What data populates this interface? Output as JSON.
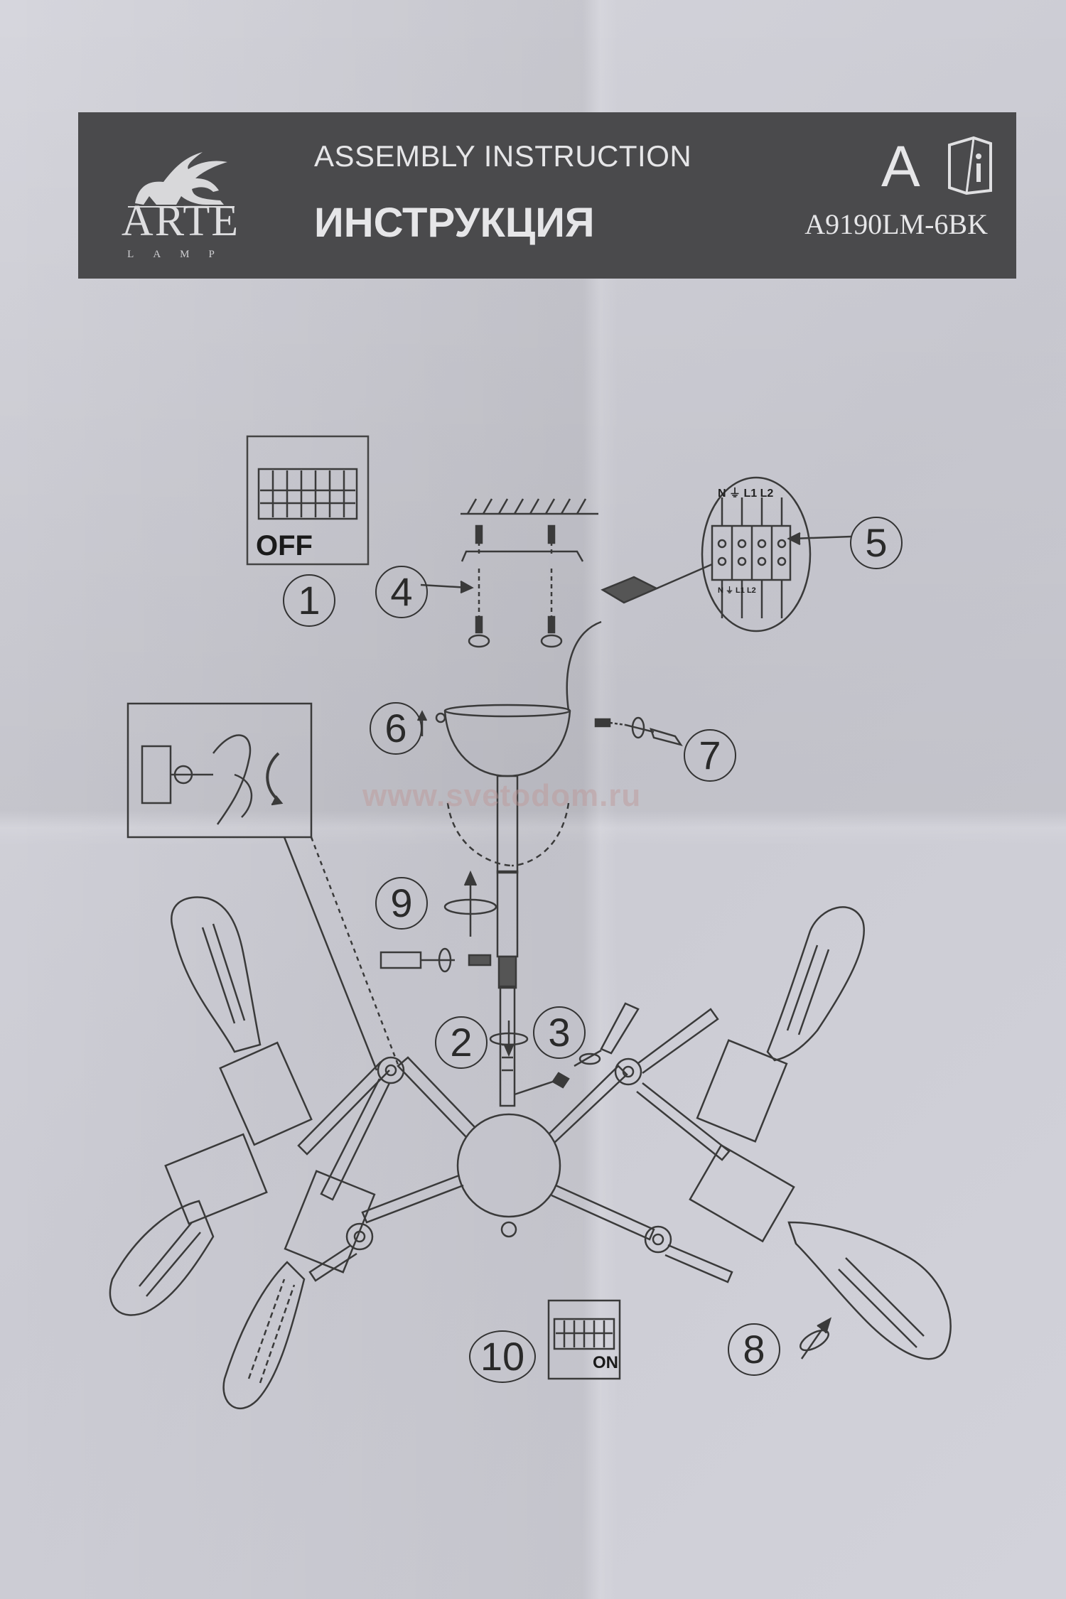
{
  "header": {
    "brand": "ARTE",
    "brand_sub": "LAMP",
    "title_en": "ASSEMBLY INSTRUCTION",
    "title_ru": "ИНСТРУКЦИЯ",
    "lang_code": "A",
    "model": "A9190LM-6BK"
  },
  "icons": [
    "griffin-logo-icon",
    "info-manual-icon",
    "ceiling-icon",
    "screwdriver-icon",
    "rotate-arrow-icon",
    "arrow-icon",
    "bulb-icon",
    "breaker-switch-icon"
  ],
  "steps": {
    "s1": "1",
    "s2": "2",
    "s3": "3",
    "s4": "4",
    "s5": "5",
    "s6": "6",
    "s7": "7",
    "s8": "8",
    "s9": "9",
    "s10": "10"
  },
  "switches": {
    "off_label": "OFF",
    "on_label": "ON"
  },
  "terminal": {
    "top_labels": "N ⏚ L1 L2",
    "bottom_labels": "N ⏚ L1 L2"
  },
  "watermark": "www.svetodom.ru"
}
